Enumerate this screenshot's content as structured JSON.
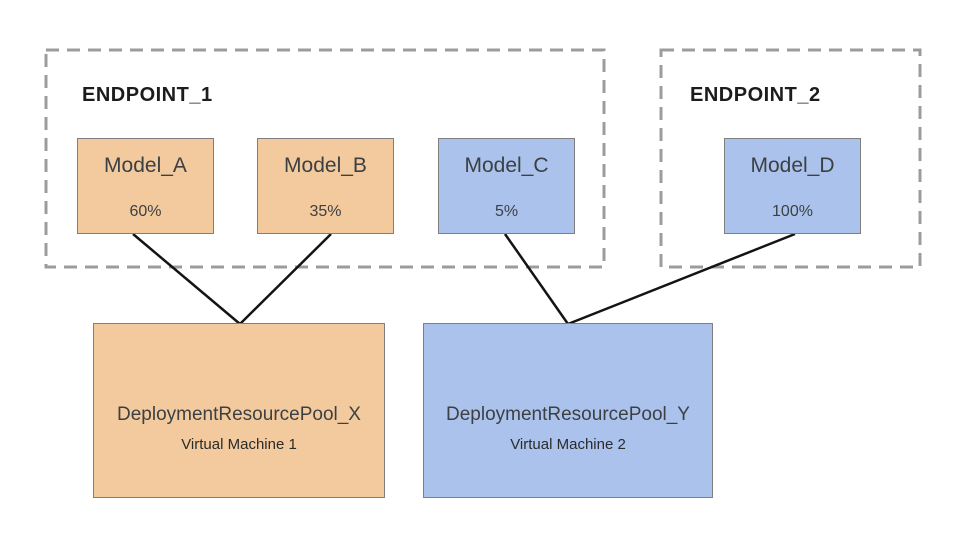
{
  "colors": {
    "model_group_orange": "#f3ca9d",
    "model_group_blue": "#abc3ec",
    "box_border": "#7f7f7f",
    "dashed_border": "#9c9c9c",
    "connector": "#141414",
    "text": "#3c4043"
  },
  "endpoints": [
    {
      "label": "ENDPOINT_1"
    },
    {
      "label": "ENDPOINT_2"
    }
  ],
  "models": [
    {
      "name": "Model_A",
      "traffic_split": "60%",
      "endpoint": "ENDPOINT_1",
      "pool": "DeploymentResourcePool_X",
      "color_group": "orange"
    },
    {
      "name": "Model_B",
      "traffic_split": "35%",
      "endpoint": "ENDPOINT_1",
      "pool": "DeploymentResourcePool_X",
      "color_group": "orange"
    },
    {
      "name": "Model_C",
      "traffic_split": "5%",
      "endpoint": "ENDPOINT_1",
      "pool": "DeploymentResourcePool_Y",
      "color_group": "blue"
    },
    {
      "name": "Model_D",
      "traffic_split": "100%",
      "endpoint": "ENDPOINT_2",
      "pool": "DeploymentResourcePool_Y",
      "color_group": "blue"
    }
  ],
  "pools": [
    {
      "name": "DeploymentResourcePool_X",
      "machine": "Virtual Machine 1",
      "color_group": "orange"
    },
    {
      "name": "DeploymentResourcePool_Y",
      "machine": "Virtual Machine 2",
      "color_group": "blue"
    }
  ],
  "connections": [
    {
      "from": "Model_A",
      "to": "DeploymentResourcePool_X"
    },
    {
      "from": "Model_B",
      "to": "DeploymentResourcePool_X"
    },
    {
      "from": "Model_C",
      "to": "DeploymentResourcePool_Y"
    },
    {
      "from": "Model_D",
      "to": "DeploymentResourcePool_Y"
    }
  ]
}
